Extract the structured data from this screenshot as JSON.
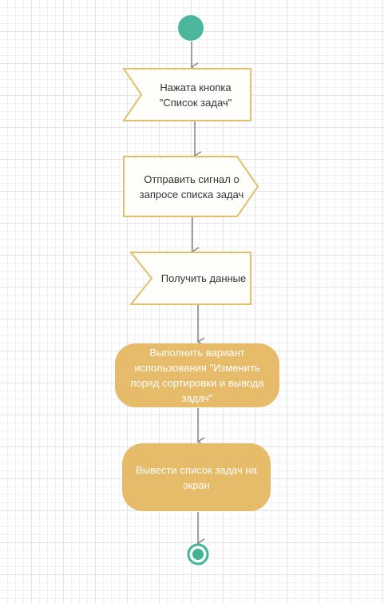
{
  "diagram": {
    "nodes": [
      {
        "id": "start",
        "kind": "initial-node"
      },
      {
        "id": "accept1",
        "kind": "accept-event",
        "label": "Нажата кнопка\n\"Список задач\""
      },
      {
        "id": "send1",
        "kind": "send-signal",
        "label": "Отправить сигнал о\nзапросе списка задач"
      },
      {
        "id": "accept2",
        "kind": "accept-event",
        "label": "Получить данные"
      },
      {
        "id": "action1",
        "kind": "action",
        "label": "Выполнить вариант\nиспользования \"Изменить\nпоряд сортировки и вывода\nзадач\""
      },
      {
        "id": "action2",
        "kind": "action",
        "label": "Вывести список задач на\nэкран"
      },
      {
        "id": "end",
        "kind": "final-node"
      }
    ],
    "edges": [
      {
        "from": "start",
        "to": "accept1"
      },
      {
        "from": "accept1",
        "to": "send1"
      },
      {
        "from": "send1",
        "to": "accept2"
      },
      {
        "from": "accept2",
        "to": "action1"
      },
      {
        "from": "action1",
        "to": "action2"
      },
      {
        "from": "action2",
        "to": "end"
      }
    ]
  },
  "colors": {
    "initial_fill": "#4ab79d",
    "final_ring": "#3fb596",
    "event_fill": "#fffefa",
    "event_stroke": "#e3bf6b",
    "action_fill": "#e6bb69",
    "action_text": "#ffffff",
    "edge": "#8a8a8a",
    "grid": "#e3e3e3"
  }
}
